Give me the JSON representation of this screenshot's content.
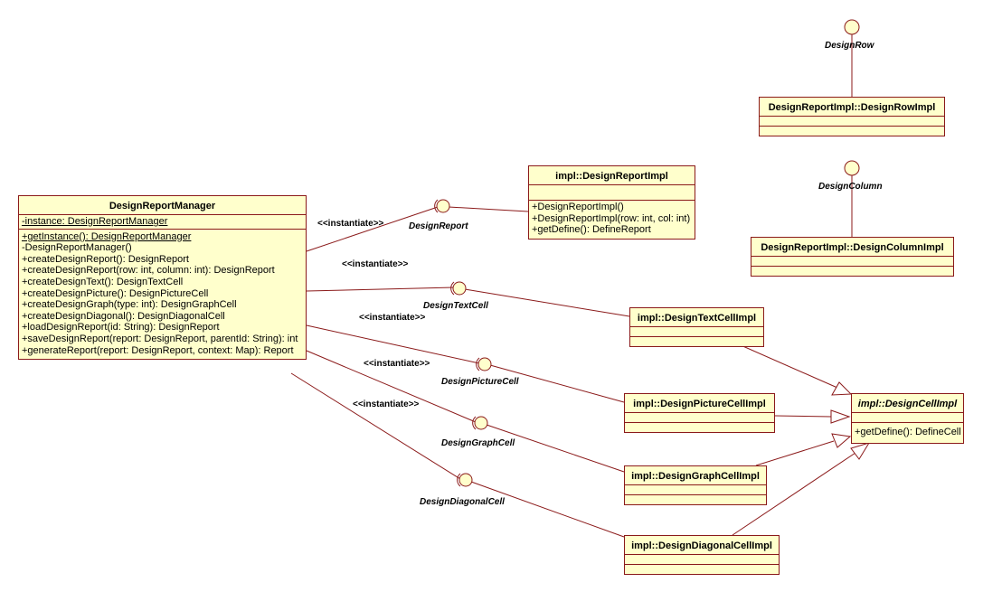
{
  "classes": {
    "manager": {
      "name": "DesignReportManager",
      "attributes": [
        "-instance: DesignReportManager"
      ],
      "operations": [
        "+getInstance(): DesignReportManager",
        "-DesignReportManager()",
        "+createDesignReport(): DesignReport",
        "+createDesignReport(row: int, column: int): DesignReport",
        "+createDesignText(): DesignTextCell",
        "+createDesignPicture(): DesignPictureCell",
        "+createDesignGraph(type: int): DesignGraphCell",
        "+createDesignDiagonal(): DesignDiagonalCell",
        "+loadDesignReport(id: String): DesignReport",
        "+saveDesignReport(report: DesignReport, parentId: String): int",
        "+generateReport(report: DesignReport, context: Map): Report"
      ]
    },
    "report_impl": {
      "name": "impl::DesignReportImpl",
      "operations": [
        "+DesignReportImpl()",
        "+DesignReportImpl(row: int, col: int)",
        "+getDefine(): DefineReport"
      ]
    },
    "row_impl": {
      "name": "DesignReportImpl::DesignRowImpl"
    },
    "column_impl": {
      "name": "DesignReportImpl::DesignColumnImpl"
    },
    "text_impl": {
      "name": "impl::DesignTextCellImpl"
    },
    "picture_impl": {
      "name": "impl::DesignPictureCellImpl"
    },
    "graph_impl": {
      "name": "impl::DesignGraphCellImpl"
    },
    "diagonal_impl": {
      "name": "impl::DesignDiagonalCellImpl"
    },
    "cell_impl": {
      "name": "impl::DesignCellImpl",
      "operations": [
        "+getDefine(): DefineCell"
      ]
    }
  },
  "interfaces": {
    "report": "DesignReport",
    "row": "DesignRow",
    "column": "DesignColumn",
    "text": "DesignTextCell",
    "picture": "DesignPictureCell",
    "graph": "DesignGraphCell",
    "diagonal": "DesignDiagonalCell"
  },
  "stereotype": "<<instantiate>>",
  "colors": {
    "class_fill": "#ffffcc",
    "line": "#8b1a1a",
    "interface_fill": "#ffffcc"
  }
}
